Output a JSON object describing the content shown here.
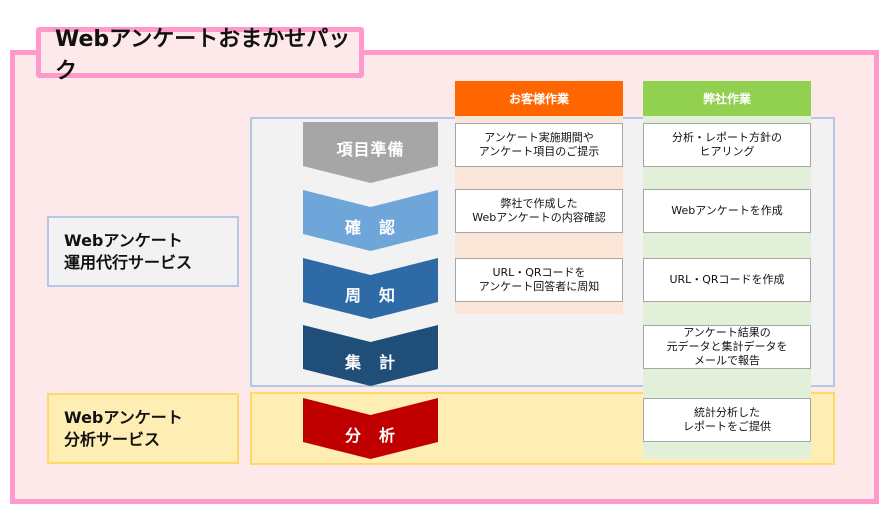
{
  "title": "Webアンケートおまかせパック",
  "services": [
    {
      "label": "Webアンケート\n運用代行サービス"
    },
    {
      "label": "Webアンケート\n分析サービス"
    }
  ],
  "columns": {
    "customer": "お客様作業",
    "ours": "弊社作業"
  },
  "steps": [
    {
      "label": "項目準備",
      "color": "#a6a6a6",
      "customer": "アンケート実施期間や\nアンケート項目のご提示",
      "ours": "分析・レポート方針の\nヒアリング"
    },
    {
      "label": "確　認",
      "color": "#6fa6da",
      "customer": "弊社で作成した\nWebアンケートの内容確認",
      "ours": "Webアンケートを作成"
    },
    {
      "label": "周　知",
      "color": "#2e6aa6",
      "customer": "URL・QRコードを\nアンケート回答者に周知",
      "ours": "URL・QRコードを作成"
    },
    {
      "label": "集　計",
      "color": "#1f4e79",
      "ours": "アンケート結果の\n元データと集計データを\nメールで報告"
    },
    {
      "label": "分　析",
      "color": "#c00000",
      "ours": "統計分析した\nレポートをご提供"
    }
  ]
}
